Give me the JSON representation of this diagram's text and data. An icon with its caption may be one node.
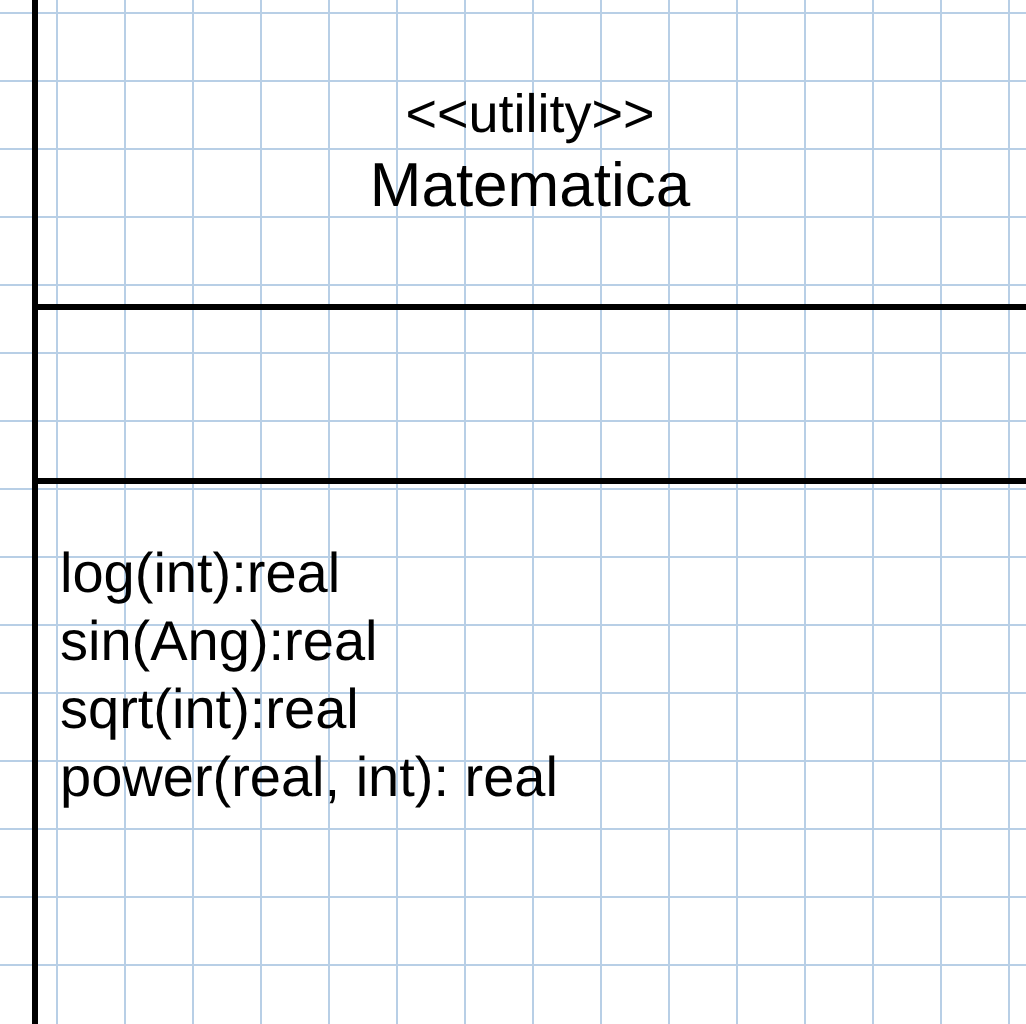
{
  "diagram": {
    "nodes": [
      {
        "text": [
          "<<utility>>",
          "Matematica",
          "log(int):real",
          "sin(Ang):real",
          "sqrt(int):real",
          "power(real, int): real"
        ]
      }
    ]
  }
}
